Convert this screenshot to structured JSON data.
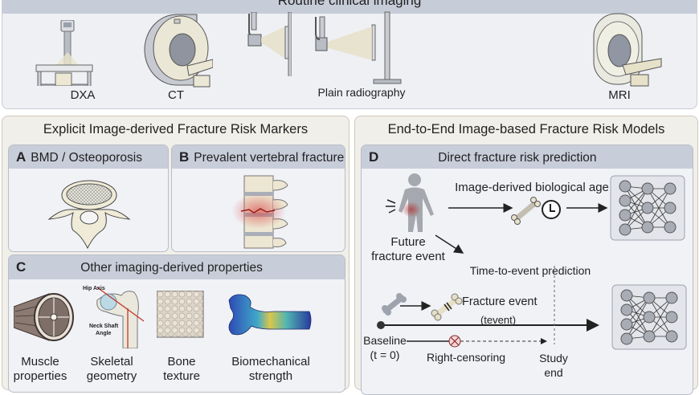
{
  "top_panel": {
    "title": "Routine clinical imaging",
    "modalities": [
      {
        "label": "DXA",
        "icon": "dxa-scanner-icon"
      },
      {
        "label": "CT",
        "icon": "ct-scanner-icon"
      },
      {
        "label": "Plain radiography",
        "icon": "xray-machine-icon"
      },
      {
        "label": "MRI",
        "icon": "mri-scanner-icon"
      }
    ]
  },
  "left_panel": {
    "title": "Explicit Image-derived Fracture Risk Markers",
    "panel_a": {
      "letter": "A",
      "title": "BMD / Osteoporosis"
    },
    "panel_b": {
      "letter": "B",
      "title": "Prevalent vertebral fracture"
    },
    "panel_c": {
      "letter": "C",
      "title": "Other imaging-derived properties",
      "items": [
        {
          "line1": "Muscle",
          "line2": "properties"
        },
        {
          "line1": "Skeletal",
          "line2": "geometry"
        },
        {
          "line1": "Bone",
          "line2": "texture"
        },
        {
          "line1": "Biomechanical",
          "line2": "strength"
        }
      ],
      "geometry_annotations": {
        "hip_axis": "Hip Axis",
        "neck_shaft_1": "Neck Shaft",
        "neck_shaft_2": "Angle"
      }
    }
  },
  "right_panel": {
    "title": "End-to-End Image-based Fracture Risk Models",
    "panel_d": {
      "letter": "D",
      "title": "Direct fracture risk prediction",
      "future_event_1": "Future",
      "future_event_2": "fracture event",
      "bio_age": "Image-derived biological age",
      "plus": "+",
      "tte": "Time-to-event prediction",
      "fracture_event": "Fracture event",
      "t_event": "(tevent)",
      "baseline_1": "Baseline",
      "baseline_2": "(t = 0)",
      "right_censoring": "Right-censoring",
      "study_end_1": "Study",
      "study_end_2": "end"
    }
  },
  "colors": {
    "header_fill": "#c7cdd9",
    "panel_fill": "#f0f2f6",
    "outer_fill": "#f1efe9",
    "fracture_red": "#c0392b"
  }
}
